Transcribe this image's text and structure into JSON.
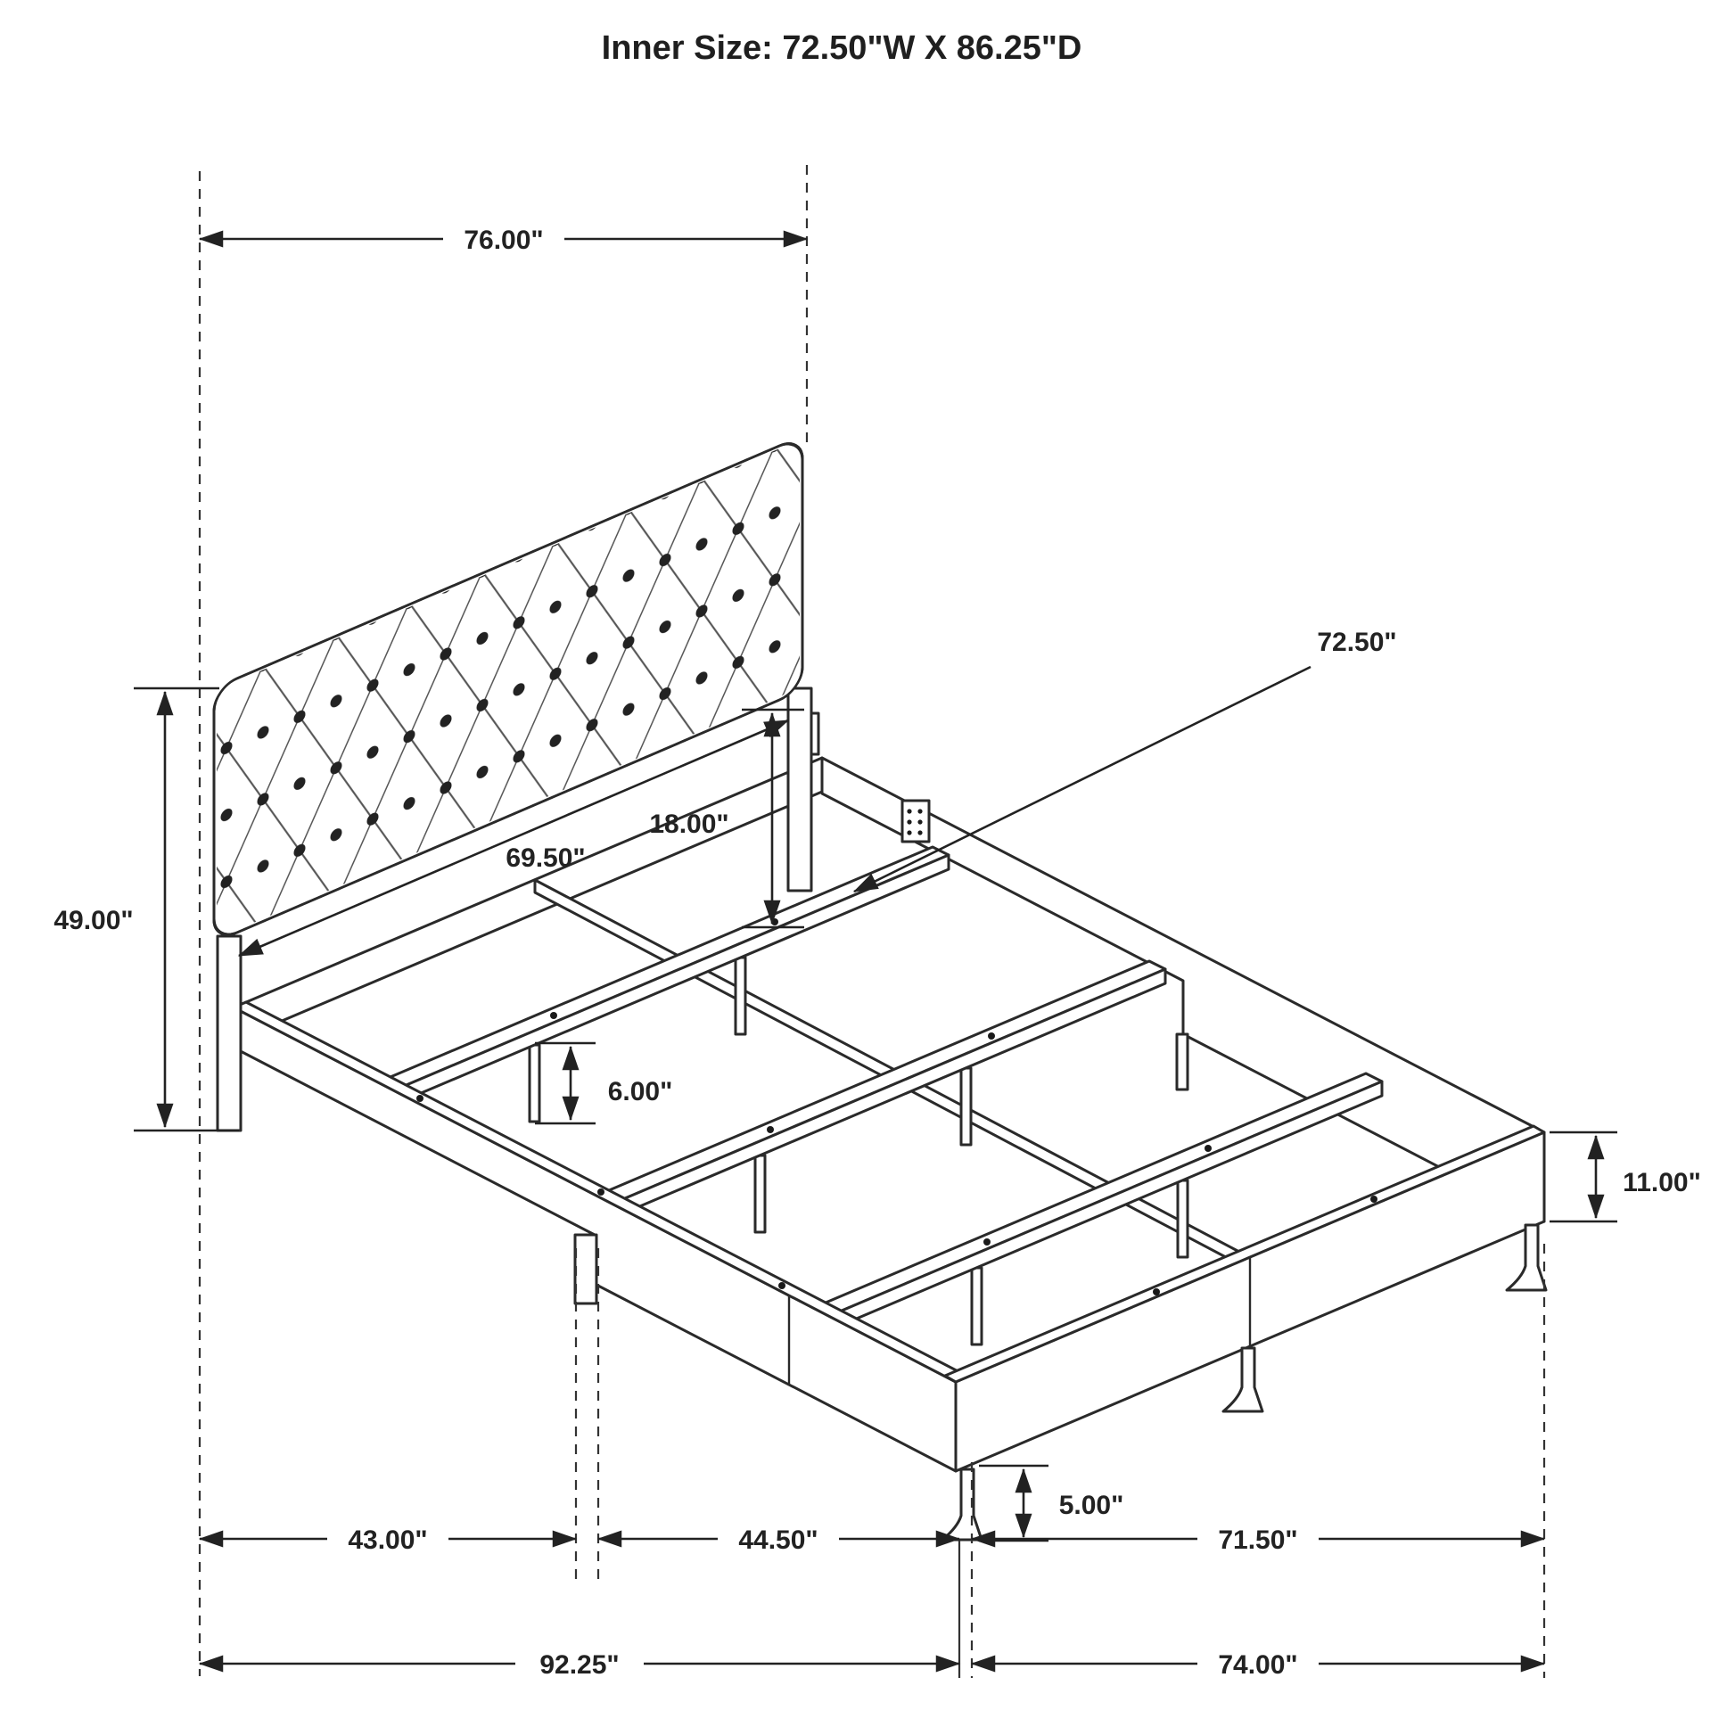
{
  "title": "Inner Size: 72.50\"W X 86.25\"D",
  "dims": {
    "headboard_width": "76.00\"",
    "headboard_height": "49.00\"",
    "headboard_panel_width": "69.50\"",
    "headboard_panel_height": "18.00\"",
    "inner_slat_length": "72.50\"",
    "slat_leg_height": "6.00\"",
    "frame_height": "11.00\"",
    "foot_leg_height": "5.00\"",
    "head_section_depth": "43.00\"",
    "mid_section_depth": "44.50\"",
    "foot_section_depth": "71.50\"",
    "total_depth_left": "92.25\"",
    "total_depth_right": "74.00\""
  }
}
